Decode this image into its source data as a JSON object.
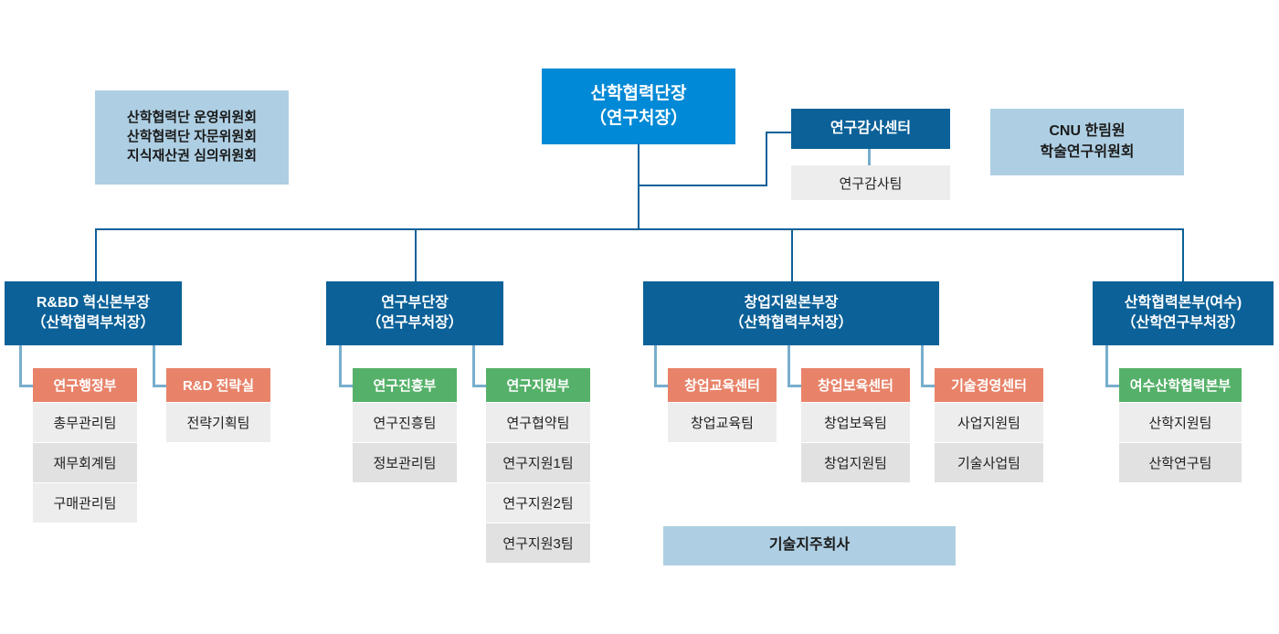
{
  "colors": {
    "root_blue": "#0089d6",
    "division_blue": "#0b6198",
    "info_blue": "#aecfe3",
    "orange": "#e8836a",
    "green": "#55b169",
    "team_light": "#ededed",
    "team_dark": "#e1e1e1",
    "connector_dark": "#0b6198",
    "connector_light": "#77aecd"
  },
  "root": {
    "line1": "산학협력단장",
    "line2": "（연구처장）"
  },
  "committees": {
    "line1": "산학협력단 운영위원회",
    "line2": "산학협력단 자문위원회",
    "line3": "지식재산권 심의위원회"
  },
  "cnu": {
    "line1": "CNU 한림원",
    "line2": "학술연구위원회"
  },
  "audit": {
    "title": "연구감사센터",
    "team": "연구감사팀"
  },
  "holding": {
    "label": "기술지주회사"
  },
  "divisions": [
    {
      "title_line1": "R&BD 혁신본부장",
      "title_line2": "（산학협력부처장）",
      "units": [
        {
          "name": "연구행정부",
          "color": "orange",
          "teams": [
            "총무관리팀",
            "재무회계팀",
            "구매관리팀"
          ]
        },
        {
          "name": "R&D 전략실",
          "color": "orange",
          "teams": [
            "전략기획팀"
          ]
        }
      ]
    },
    {
      "title_line1": "연구부단장",
      "title_line2": "（연구부처장）",
      "units": [
        {
          "name": "연구진흥부",
          "color": "green",
          "teams": [
            "연구진흥팀",
            "정보관리팀"
          ]
        },
        {
          "name": "연구지원부",
          "color": "green",
          "teams": [
            "연구협약팀",
            "연구지원1팀",
            "연구지원2팀",
            "연구지원3팀"
          ]
        }
      ]
    },
    {
      "title_line1": "창업지원본부장",
      "title_line2": "（산학협력부처장）",
      "units": [
        {
          "name": "창업교육센터",
          "color": "orange",
          "teams": [
            "창업교육팀"
          ]
        },
        {
          "name": "창업보육센터",
          "color": "orange",
          "teams": [
            "창업보육팀",
            "창업지원팀"
          ]
        },
        {
          "name": "기술경영센터",
          "color": "orange",
          "teams": [
            "사업지원팀",
            "기술사업팀"
          ]
        }
      ]
    },
    {
      "title_line1": "산학협력본부(여수)",
      "title_line2": "（산학연구부처장）",
      "units": [
        {
          "name": "여수산학협력본부",
          "color": "green",
          "teams": [
            "산학지원팀",
            "산학연구팀"
          ]
        }
      ]
    }
  ]
}
